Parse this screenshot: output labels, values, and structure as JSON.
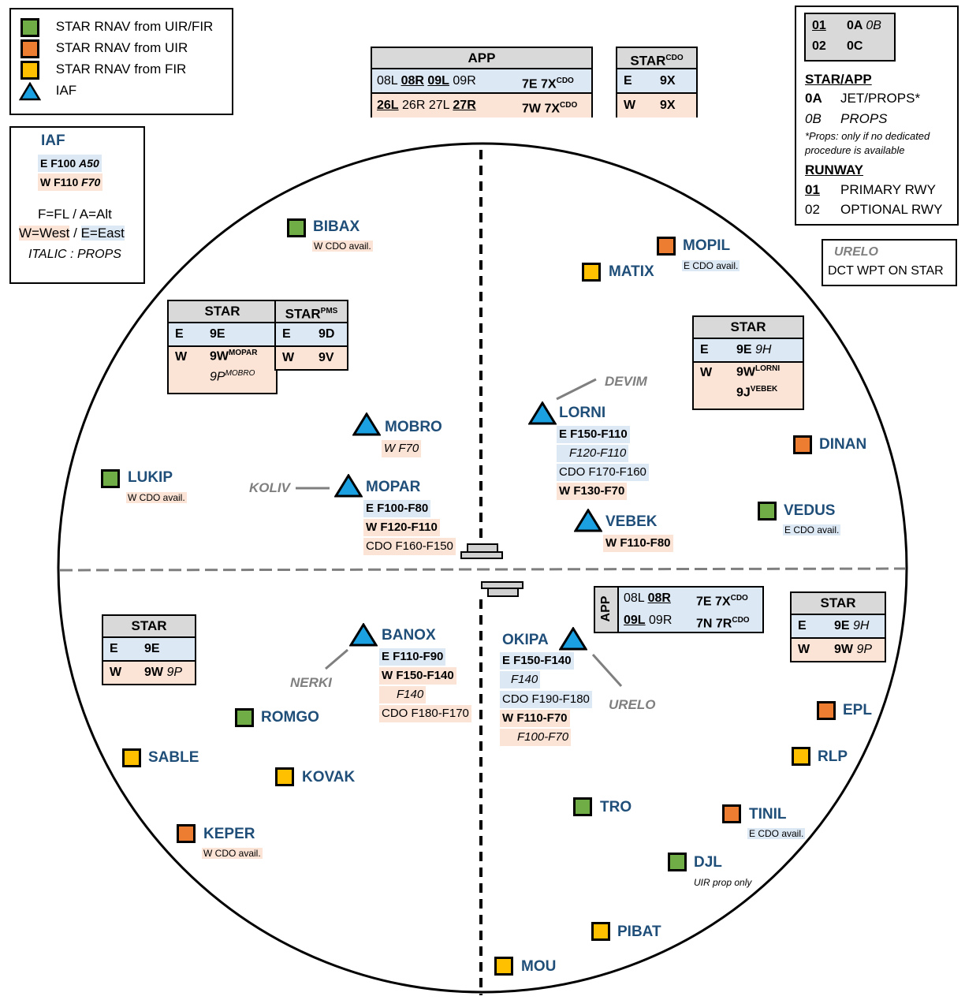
{
  "legend": {
    "items": [
      {
        "label": "STAR RNAV from UIR/FIR",
        "color": "#70ad47"
      },
      {
        "label": "STAR RNAV from UIR",
        "color": "#ed7d31"
      },
      {
        "label": "STAR RNAV from FIR",
        "color": "#ffc000"
      },
      {
        "label": "IAF",
        "color": "#1ba1e2"
      }
    ]
  },
  "iaf_legend": {
    "title": "IAF",
    "east": {
      "dir": "E",
      "level": "F100",
      "alt": "A50"
    },
    "west": {
      "dir": "W",
      "level": "F110",
      "alt": "F70"
    },
    "fl_note": "F=FL / A=Alt",
    "west_word": "W=West",
    "sep": " / ",
    "east_word": "E=East",
    "italic_note": "ITALIC : PROPS"
  },
  "app_table": {
    "header": "APP",
    "row_east": {
      "rwys": [
        "08L",
        "08R",
        "09L",
        "09R"
      ],
      "code": "7E",
      "code2": "7X",
      "sup": "CDO"
    },
    "row_west": {
      "rwys": [
        "26L",
        "26R",
        "27L",
        "27R"
      ],
      "code": "7W",
      "code2": "7X",
      "sup": "CDO"
    }
  },
  "star_cdo_table": {
    "header": "STAR",
    "header_sup": "CDO",
    "rows": [
      {
        "dir": "E",
        "code": "9X"
      },
      {
        "dir": "W",
        "code": "9X"
      }
    ]
  },
  "key": {
    "grid": [
      {
        "rwy": "01",
        "a": "0A",
        "b": "0B"
      },
      {
        "rwy": "02",
        "a": "0C",
        "b": ""
      }
    ],
    "star_app_title": "STAR/APP",
    "line1_code": "0A",
    "line1_text": "JET/PROPS*",
    "line2_code": "0B",
    "line2_text": "PROPS",
    "note_line1": "*Props: only if no dedicated",
    "note_line2": "procedure is available",
    "runway_title": "RUNWAY",
    "primary_code": "01",
    "primary_text": "PRIMARY RWY",
    "optional_code": "02",
    "optional_text": "OPTIONAL RWY"
  },
  "dct_legend": {
    "wpt": "URELO",
    "text": "DCT WPT ON STAR"
  },
  "nw_tables": {
    "star": {
      "header": "STAR",
      "east": {
        "dir": "E",
        "code": "9E"
      },
      "west": {
        "dir": "W",
        "code": "9W",
        "sup": "MOPAR",
        "code2": "9P",
        "sup2": "MOBRO"
      }
    },
    "star_pms": {
      "header": "STAR",
      "header_sup": "PMS",
      "east": {
        "dir": "E",
        "code": "9D"
      },
      "west": {
        "dir": "W",
        "code": "9V"
      }
    }
  },
  "ne_table": {
    "header": "STAR",
    "east": {
      "dir": "E",
      "code": "9E",
      "code_i": "9H"
    },
    "west": {
      "dir": "W",
      "code": "9W",
      "sup": "LORNI",
      "code2": "9J",
      "sup2": "VEBEK"
    }
  },
  "sw_table": {
    "header": "STAR",
    "east": {
      "dir": "E",
      "code": "9E"
    },
    "west": {
      "dir": "W",
      "code": "9W",
      "code_i": "9P"
    }
  },
  "se_app": {
    "vertical_label": "APP",
    "row1": {
      "r1": "08L",
      "r2": "08R",
      "code": "7E",
      "code2": "7X",
      "sup": "CDO"
    },
    "row2": {
      "r1": "09L",
      "r2": "09R",
      "code": "7N",
      "code2": "7R",
      "sup": "CDO"
    }
  },
  "se_star": {
    "header": "STAR",
    "east": {
      "dir": "E",
      "code": "9E",
      "code_i": "9H"
    },
    "west": {
      "dir": "W",
      "code": "9W",
      "code_i": "9P"
    }
  },
  "waypoints": {
    "bibax": {
      "name": "BIBAX",
      "note": "W CDO avail."
    },
    "mopil": {
      "name": "MOPIL",
      "note": "E CDO avail."
    },
    "matix": {
      "name": "MATIX"
    },
    "lukip": {
      "name": "LUKIP",
      "note": "W CDO avail."
    },
    "dinan": {
      "name": "DINAN"
    },
    "vedus": {
      "name": "VEDUS",
      "note": "E CDO avail."
    },
    "romgo": {
      "name": "ROMGO"
    },
    "sable": {
      "name": "SABLE"
    },
    "kovak": {
      "name": "KOVAK"
    },
    "keper": {
      "name": "KEPER",
      "note": "W CDO avail."
    },
    "epl": {
      "name": "EPL"
    },
    "rlp": {
      "name": "RLP"
    },
    "tinil": {
      "name": "TINIL",
      "note": "E CDO avail."
    },
    "tro": {
      "name": "TRO"
    },
    "djl": {
      "name": "DJL",
      "note": "UIR prop only"
    },
    "pibat": {
      "name": "PIBAT"
    },
    "mou": {
      "name": "MOU"
    }
  },
  "iafs": {
    "mobro": {
      "name": "MOBRO",
      "lines": [
        "W F70"
      ]
    },
    "mopar": {
      "name": "MOPAR",
      "lines": [
        "E F100-F80",
        "W F120-F110",
        "CDO F160-F150"
      ]
    },
    "lorni": {
      "name": "LORNI",
      "lines": [
        "E F150-F110",
        "F120-F110",
        "CDO F170-F160",
        "W F130-F70"
      ]
    },
    "vebek": {
      "name": "VEBEK",
      "lines": [
        "W F110-F80"
      ]
    },
    "banox": {
      "name": "BANOX",
      "lines": [
        "E F110-F90",
        "W F150-F140",
        "F140",
        "CDO F180-F170"
      ]
    },
    "okipa": {
      "name": "OKIPA",
      "lines": [
        "E F150-F140",
        "F140",
        "CDO F190-F180",
        "W F110-F70",
        "F100-F70"
      ]
    }
  },
  "dct_points": {
    "devim": "DEVIM",
    "koliv": "KOLIV",
    "nerki": "NERKI",
    "urelo": "URELO"
  }
}
